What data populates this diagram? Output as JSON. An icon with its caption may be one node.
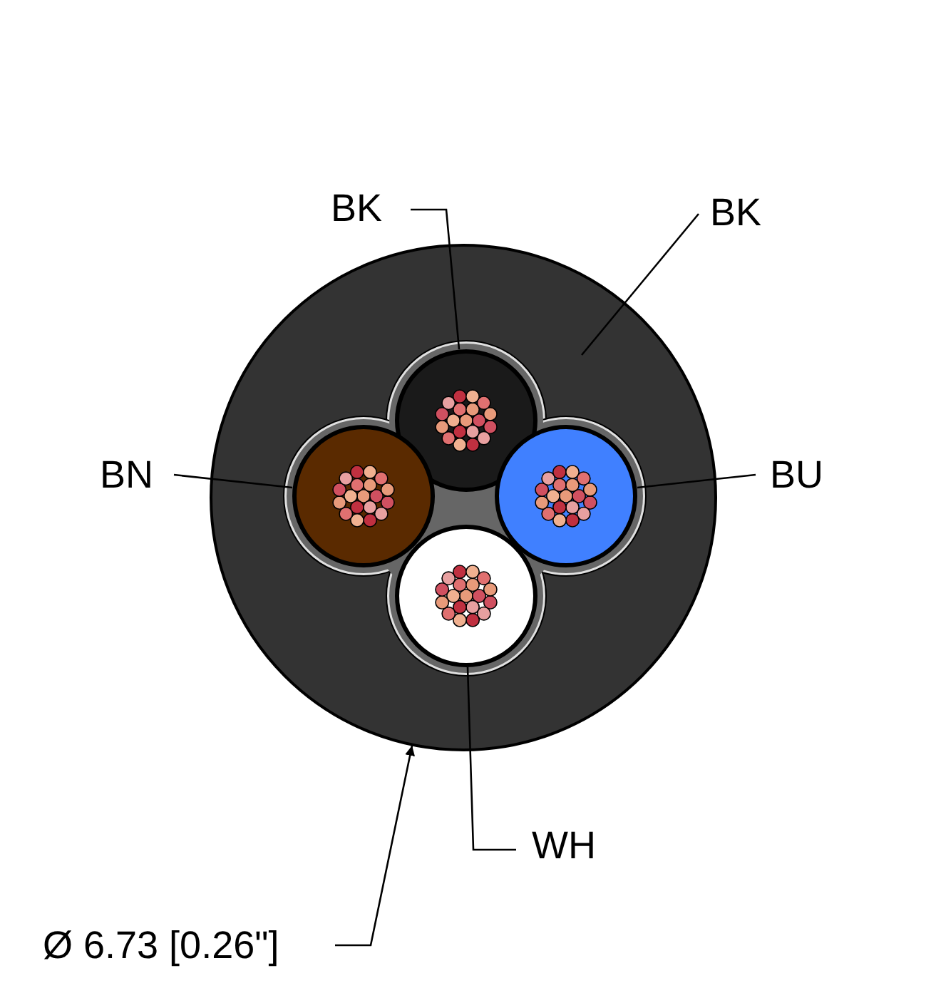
{
  "diagram": {
    "nodes": [
      {
        "text": [
          "BK"
        ]
      },
      {
        "text": [
          "BK"
        ]
      },
      {
        "text": [
          "BN"
        ]
      },
      {
        "text": [
          "BU"
        ]
      },
      {
        "text": [
          "WH"
        ]
      },
      {
        "text": [
          "Ø 6.73 [0.26\"]"
        ]
      },
      {
        "text": [],
        "shape": "circle"
      },
      {
        "text": [],
        "shape": "circle",
        "in": 6
      },
      {
        "text": [],
        "shape": "circle",
        "in": 6
      },
      {
        "text": [],
        "shape": "circle",
        "in": 6
      },
      {
        "text": [],
        "shape": "circle",
        "in": 6
      }
    ],
    "edges": [
      {
        "from": 0,
        "to": 7,
        "arrow": "none"
      },
      {
        "from": 1,
        "to": 6,
        "arrow": "none"
      },
      {
        "from": 2,
        "to": 8,
        "arrow": "none"
      },
      {
        "from": 3,
        "to": 9,
        "arrow": "none"
      },
      {
        "from": 4,
        "to": 10,
        "arrow": "none"
      },
      {
        "from": 5,
        "to": 6,
        "arrow": "to"
      }
    ]
  }
}
